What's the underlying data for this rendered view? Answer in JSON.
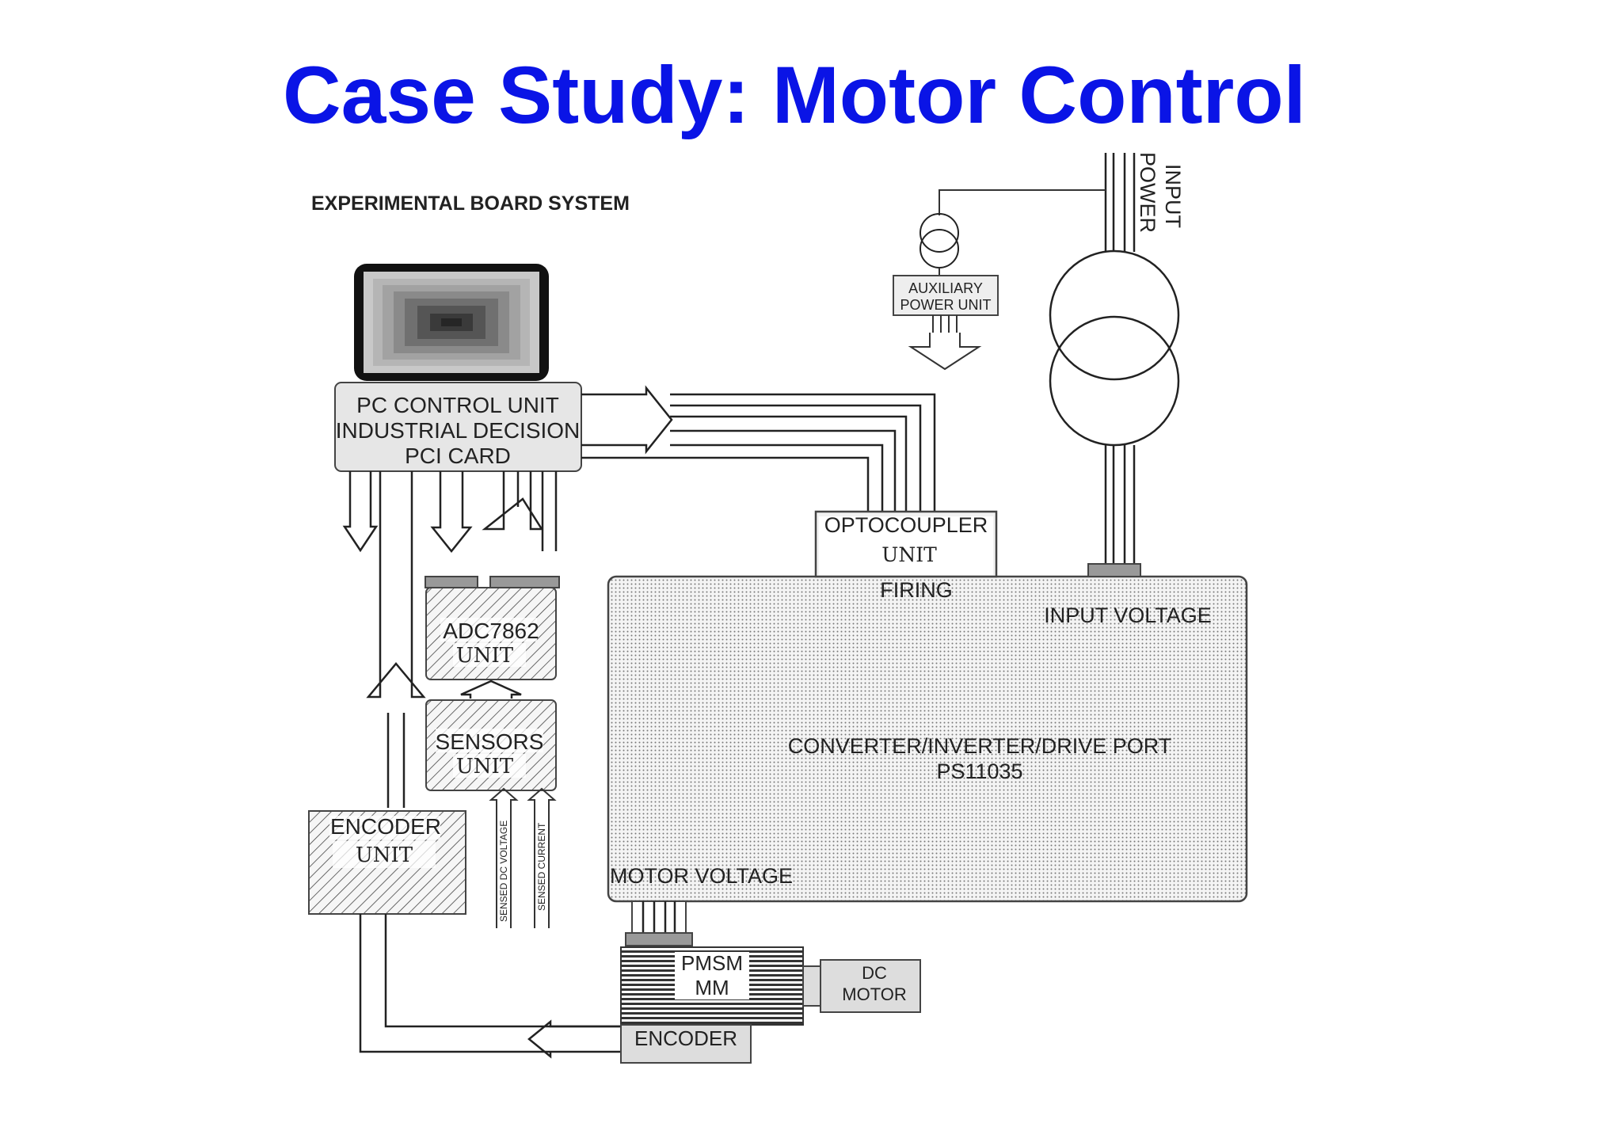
{
  "title": "Case Study: Motor Control",
  "diagram": {
    "heading": "EXPERIMENTAL BOARD SYSTEM",
    "pc_unit": [
      "PC CONTROL UNIT",
      "INDUSTRIAL DECISION",
      "PCI CARD"
    ],
    "adc_unit": [
      "ADC7862",
      "UNIT"
    ],
    "sensors_unit": [
      "SENSORS",
      "UNIT"
    ],
    "encoder_unit": [
      "ENCODER",
      "UNIT"
    ],
    "sensed_dc_voltage": "SENSED DC VOLTAGE",
    "sensed_current": "SENSED CURRENT",
    "optocoupler": [
      "OPTOCOUPLER",
      "UNIT"
    ],
    "firing": "FIRING",
    "input_voltage": "INPUT VOLTAGE",
    "converter": [
      "CONVERTER/INVERTER/DRIVE PORT",
      "PS11035"
    ],
    "motor_voltage": "MOTOR VOLTAGE",
    "auxiliary": [
      "AUXILIARY",
      "POWER UNIT"
    ],
    "input_power": [
      "INPUT",
      "POWER"
    ],
    "pmsm": [
      "PMSM",
      "MM"
    ],
    "dc_motor": [
      "DC",
      "MOTOR"
    ],
    "encoder": "ENCODER"
  }
}
